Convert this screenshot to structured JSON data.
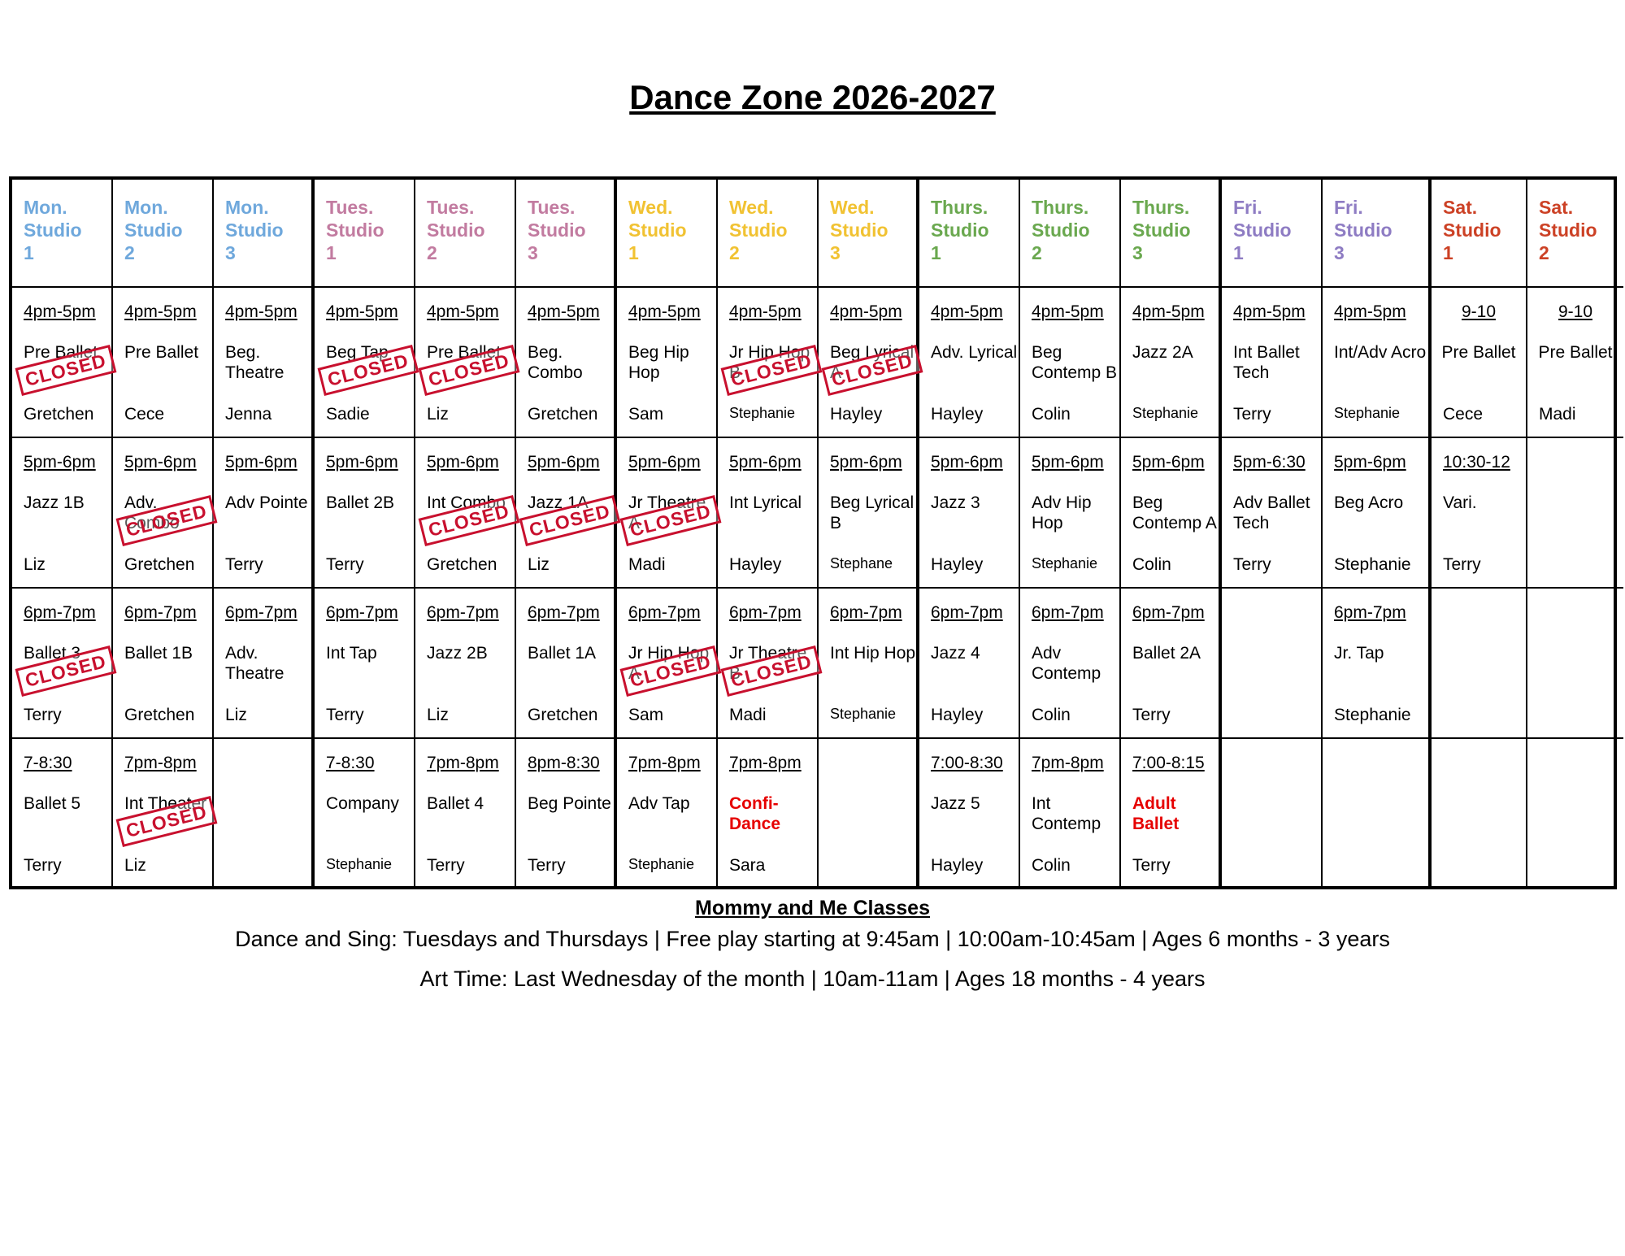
{
  "title": "Dance Zone 2026-2027",
  "colors": {
    "mon": "#6fa8dc",
    "tue": "#c27ba0",
    "wed": "#f1c232",
    "thu": "#6aa84f",
    "fri": "#8e7cc3",
    "sat": "#cc4125",
    "closed": "#c8102e",
    "highlight": "#e60000"
  },
  "closed_label": "CLOSED",
  "columns": [
    {
      "day": "Mon.",
      "label": "Studio",
      "num": "1",
      "color": "#6fa8dc"
    },
    {
      "day": "Mon.",
      "label": "Studio",
      "num": "2",
      "color": "#6fa8dc"
    },
    {
      "day": "Mon.",
      "label": "Studio",
      "num": "3",
      "color": "#6fa8dc",
      "day_end": true
    },
    {
      "day": "Tues.",
      "label": "Studio",
      "num": "1",
      "color": "#c27ba0"
    },
    {
      "day": "Tues.",
      "label": "Studio",
      "num": "2",
      "color": "#c27ba0"
    },
    {
      "day": "Tues.",
      "label": "Studio",
      "num": "3",
      "color": "#c27ba0",
      "day_end": true
    },
    {
      "day": "Wed.",
      "label": "Studio",
      "num": "1",
      "color": "#f1c232"
    },
    {
      "day": "Wed.",
      "label": "Studio",
      "num": "2",
      "color": "#f1c232"
    },
    {
      "day": "Wed.",
      "label": "Studio",
      "num": "3",
      "color": "#f1c232",
      "day_end": true
    },
    {
      "day": "Thurs.",
      "label": "Studio",
      "num": "1",
      "color": "#6aa84f"
    },
    {
      "day": "Thurs.",
      "label": "Studio",
      "num": "2",
      "color": "#6aa84f"
    },
    {
      "day": "Thurs.",
      "label": "Studio",
      "num": "3",
      "color": "#6aa84f",
      "day_end": true
    },
    {
      "day": "Fri.",
      "label": "Studio",
      "num": "1",
      "color": "#8e7cc3"
    },
    {
      "day": "Fri.",
      "label": "Studio",
      "num": "3",
      "color": "#8e7cc3",
      "day_end": true
    },
    {
      "day": "Sat.",
      "label": "Studio",
      "num": "1",
      "color": "#cc4125"
    },
    {
      "day": "Sat.",
      "label": "Studio",
      "num": "2",
      "color": "#cc4125"
    }
  ],
  "rows": [
    [
      {
        "time": "4pm-5pm",
        "class": "Pre Ballet",
        "teacher": "Gretchen",
        "closed": true
      },
      {
        "time": "4pm-5pm",
        "class": "Pre Ballet",
        "teacher": "Cece"
      },
      {
        "time": "4pm-5pm",
        "class": "Beg. Theatre",
        "teacher": "Jenna"
      },
      {
        "time": "4pm-5pm",
        "class": "Beg Tap",
        "teacher": "Sadie",
        "closed": true
      },
      {
        "time": "4pm-5pm",
        "class": "Pre Ballet",
        "teacher": "Liz",
        "closed": true
      },
      {
        "time": "4pm-5pm",
        "class": "Beg. Combo",
        "teacher": "Gretchen"
      },
      {
        "time": "4pm-5pm",
        "class": "Beg Hip Hop",
        "teacher": "Sam"
      },
      {
        "time": "4pm-5pm",
        "class": "Jr Hip Hop B",
        "teacher": "Stephanie",
        "closed": true,
        "small": true
      },
      {
        "time": "4pm-5pm",
        "class": "Beg Lyrical A",
        "teacher": "Hayley",
        "closed": true
      },
      {
        "time": "4pm-5pm",
        "class": "Adv. Lyrical",
        "teacher": "Hayley"
      },
      {
        "time": "4pm-5pm",
        "class": "Beg Contemp B",
        "teacher": "Colin"
      },
      {
        "time": "4pm-5pm",
        "class": "Jazz 2A",
        "teacher": "Stephanie",
        "small": true
      },
      {
        "time": "4pm-5pm",
        "class": "Int Ballet Tech",
        "teacher": "Terry"
      },
      {
        "time": "4pm-5pm",
        "class": "Int/Adv Acro",
        "teacher": "Stephanie",
        "small": true
      },
      {
        "time": "9-10",
        "class": "Pre Ballet",
        "teacher": "Cece",
        "center": true
      },
      {
        "time": "9-10",
        "class": "Pre Ballet",
        "teacher": "Madi",
        "center": true
      }
    ],
    [
      {
        "time": "5pm-6pm",
        "class": "Jazz 1B",
        "teacher": "Liz"
      },
      {
        "time": "5pm-6pm",
        "class": "Adv. Combo",
        "teacher": "Gretchen",
        "closed": true
      },
      {
        "time": "5pm-6pm",
        "class": "Adv Pointe",
        "teacher": "Terry"
      },
      {
        "time": "5pm-6pm",
        "class": "Ballet 2B",
        "teacher": "Terry"
      },
      {
        "time": "5pm-6pm",
        "class": "Int Combo",
        "teacher": "Gretchen",
        "closed": true
      },
      {
        "time": "5pm-6pm",
        "class": "Jazz 1A",
        "teacher": "Liz",
        "closed": true
      },
      {
        "time": "5pm-6pm",
        "class": "Jr Theatre A",
        "teacher": "Madi",
        "closed": true
      },
      {
        "time": "5pm-6pm",
        "class": "Int Lyrical",
        "teacher": "Hayley"
      },
      {
        "time": "5pm-6pm",
        "class": "Beg Lyrical B",
        "teacher": "Stephane",
        "small": true
      },
      {
        "time": "5pm-6pm",
        "class": "Jazz 3",
        "teacher": "Hayley"
      },
      {
        "time": "5pm-6pm",
        "class": "Adv Hip Hop",
        "teacher": "Stephanie",
        "small": true
      },
      {
        "time": "5pm-6pm",
        "class": "Beg Contemp A",
        "teacher": "Colin"
      },
      {
        "time": "5pm-6:30",
        "class": "Adv Ballet Tech",
        "teacher": "Terry"
      },
      {
        "time": "5pm-6pm",
        "class": "Beg Acro",
        "teacher": "Stephanie"
      },
      {
        "time": "10:30-12",
        "class": "Vari.",
        "teacher": "Terry"
      },
      {
        "time": "",
        "class": "",
        "teacher": ""
      }
    ],
    [
      {
        "time": "6pm-7pm",
        "class": "Ballet 3",
        "teacher": "Terry",
        "closed": true
      },
      {
        "time": "6pm-7pm",
        "class": "Ballet 1B",
        "teacher": "Gretchen"
      },
      {
        "time": "6pm-7pm",
        "class": "Adv. Theatre",
        "teacher": "Liz"
      },
      {
        "time": "6pm-7pm",
        "class": "Int Tap",
        "teacher": "Terry"
      },
      {
        "time": "6pm-7pm",
        "class": "Jazz 2B",
        "teacher": "Liz"
      },
      {
        "time": "6pm-7pm",
        "class": "Ballet 1A",
        "teacher": "Gretchen"
      },
      {
        "time": "6pm-7pm",
        "class": "Jr Hip Hop A",
        "teacher": "Sam",
        "closed": true
      },
      {
        "time": "6pm-7pm",
        "class": "Jr Theatre B",
        "teacher": "Madi",
        "closed": true
      },
      {
        "time": "6pm-7pm",
        "class": "Int Hip Hop",
        "teacher": "Stephanie",
        "small": true
      },
      {
        "time": "6pm-7pm",
        "class": "Jazz 4",
        "teacher": "Hayley"
      },
      {
        "time": "6pm-7pm",
        "class": "Adv Contemp",
        "teacher": "Colin"
      },
      {
        "time": "6pm-7pm",
        "class": "Ballet 2A",
        "teacher": "Terry"
      },
      {
        "time": "",
        "class": "",
        "teacher": ""
      },
      {
        "time": "6pm-7pm",
        "class": "Jr. Tap",
        "teacher": "Stephanie"
      },
      {
        "time": "",
        "class": "",
        "teacher": ""
      },
      {
        "time": "",
        "class": "",
        "teacher": ""
      }
    ],
    [
      {
        "time": "7-8:30",
        "class": "Ballet 5",
        "teacher": "Terry"
      },
      {
        "time": "7pm-8pm",
        "class": "Int Theater",
        "teacher": "Liz",
        "closed": true
      },
      {
        "time": "",
        "class": "",
        "teacher": ""
      },
      {
        "time": "7-8:30",
        "class": "Company",
        "teacher": "Stephanie",
        "small": true
      },
      {
        "time": "7pm-8pm",
        "class": "Ballet 4",
        "teacher": "Terry"
      },
      {
        "time": "8pm-8:30",
        "class": "Beg Pointe",
        "teacher": "Terry"
      },
      {
        "time": "7pm-8pm",
        "class": "Adv Tap",
        "teacher": "Stephanie",
        "small": true
      },
      {
        "time": "7pm-8pm",
        "class": "Confi-Dance",
        "teacher": "Sara",
        "red": true
      },
      {
        "time": "",
        "class": "",
        "teacher": ""
      },
      {
        "time": "7:00-8:30",
        "class": "Jazz 5",
        "teacher": "Hayley"
      },
      {
        "time": "7pm-8pm",
        "class": "Int Contemp",
        "teacher": "Colin"
      },
      {
        "time": "7:00-8:15",
        "class": "Adult Ballet",
        "teacher": "Terry",
        "red": true
      },
      {
        "time": "",
        "class": "",
        "teacher": ""
      },
      {
        "time": "",
        "class": "",
        "teacher": ""
      },
      {
        "time": "",
        "class": "",
        "teacher": ""
      },
      {
        "time": "",
        "class": "",
        "teacher": ""
      }
    ]
  ],
  "mommy_title": "Mommy and Me Classes",
  "mommy_line1": "Dance and Sing: Tuesdays and Thursdays | Free play starting at 9:45am | 10:00am-10:45am | Ages 6 months - 3 years",
  "mommy_line2": "Art Time: Last Wednesday of the month | 10am-11am | Ages 18 months - 4 years"
}
